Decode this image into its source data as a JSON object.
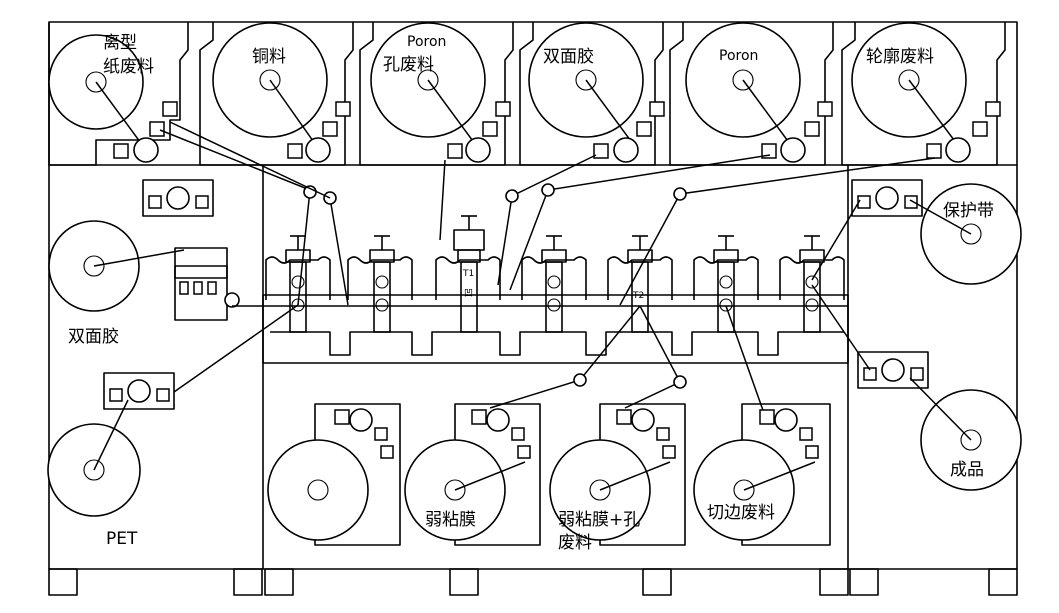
{
  "labels": {
    "release_paper_line1": "离型",
    "release_paper_line2": "纸废料",
    "copper": "铜料",
    "poron_hole_line1": "Poron",
    "poron_hole_line2": "孔废料",
    "double_tape_top": "双面胶",
    "poron": "Poron",
    "contour_waste": "轮廓废料",
    "protect_tape": "保护带",
    "double_tape_left": "双面胶",
    "pet": "PET",
    "finished": "成品",
    "weak_film": "弱粘膜",
    "weak_film_hole_line1": "弱粘膜+孔",
    "weak_film_hole_line2": "废料",
    "edge_waste": "切边废料",
    "station_t1": "T1",
    "station_t1_sub": "凹",
    "station_t2": "T2"
  },
  "colors": {
    "stroke": "#000000",
    "background": "#ffffff"
  }
}
